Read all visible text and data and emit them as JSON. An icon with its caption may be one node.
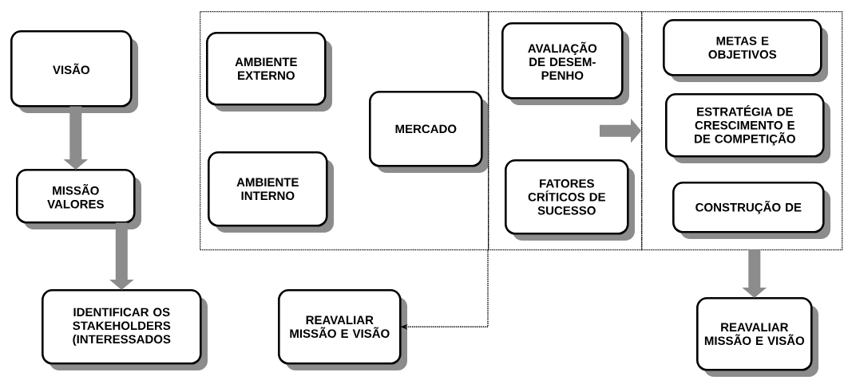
{
  "diagram": {
    "nodes": [
      {
        "text": [
          "VISÃO"
        ]
      },
      {
        "text": [
          "MISSÃO VALORES"
        ]
      },
      {
        "text": [
          "IDENTIFICAR OS STAKEHOLDERS (INTERESSADOS"
        ]
      },
      {
        "text": [],
        "shape": "box"
      },
      {
        "text": [
          "AMBIENTE EXTERNO"
        ],
        "in": 3
      },
      {
        "text": [
          "AMBIENTE INTERNO"
        ],
        "in": 3
      },
      {
        "text": [
          "MERCADO"
        ],
        "in": 3
      },
      {
        "text": [],
        "shape": "box"
      },
      {
        "text": [
          "AVALIAÇÃO DE DESEM-PENHO"
        ],
        "in": 7
      },
      {
        "text": [
          "FATORES CRÍTICOS DE SUCESSO"
        ],
        "in": 7
      },
      {
        "text": [],
        "shape": "box"
      },
      {
        "text": [
          "METAS E OBJETIVOS"
        ],
        "in": 10
      },
      {
        "text": [
          "ESTRATÉGIA DE CRESCIMENTO E DE COMPETIÇÃO"
        ],
        "in": 10
      },
      {
        "text": [
          "CONSTRUÇÃO DE"
        ],
        "in": 10
      },
      {
        "text": [
          "REAVALIAR MISSÃO E VISÃO"
        ]
      },
      {
        "text": [
          "REAVALIAR MISSÃO E VISÃO"
        ]
      }
    ],
    "edges": [
      {
        "from": 0,
        "to": 1,
        "arrow": "to"
      },
      {
        "from": 1,
        "to": 2,
        "arrow": "to"
      },
      {
        "from": null,
        "to": 10,
        "arrow": "to"
      },
      {
        "from": 10,
        "to": 15,
        "arrow": "to"
      },
      {
        "from": 7,
        "to": 14,
        "arrow": "to",
        "style": "dashed",
        "color": "#000000"
      }
    ]
  }
}
